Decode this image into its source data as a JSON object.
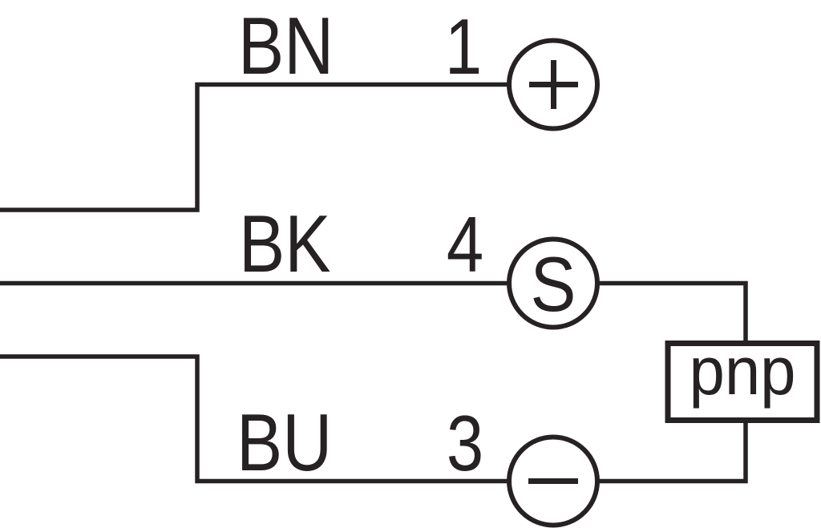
{
  "diagram": {
    "type": "sensor-wiring-schematic",
    "background_color": "#ffffff",
    "line_color": "#262223",
    "rows": [
      {
        "wire_label": "BN",
        "pin_number": "1",
        "terminal": "plus"
      },
      {
        "wire_label": "BK",
        "pin_number": "4",
        "terminal": "S"
      },
      {
        "wire_label": "BU",
        "pin_number": "3",
        "terminal": "minus"
      }
    ],
    "output_box_label": "pnp"
  }
}
